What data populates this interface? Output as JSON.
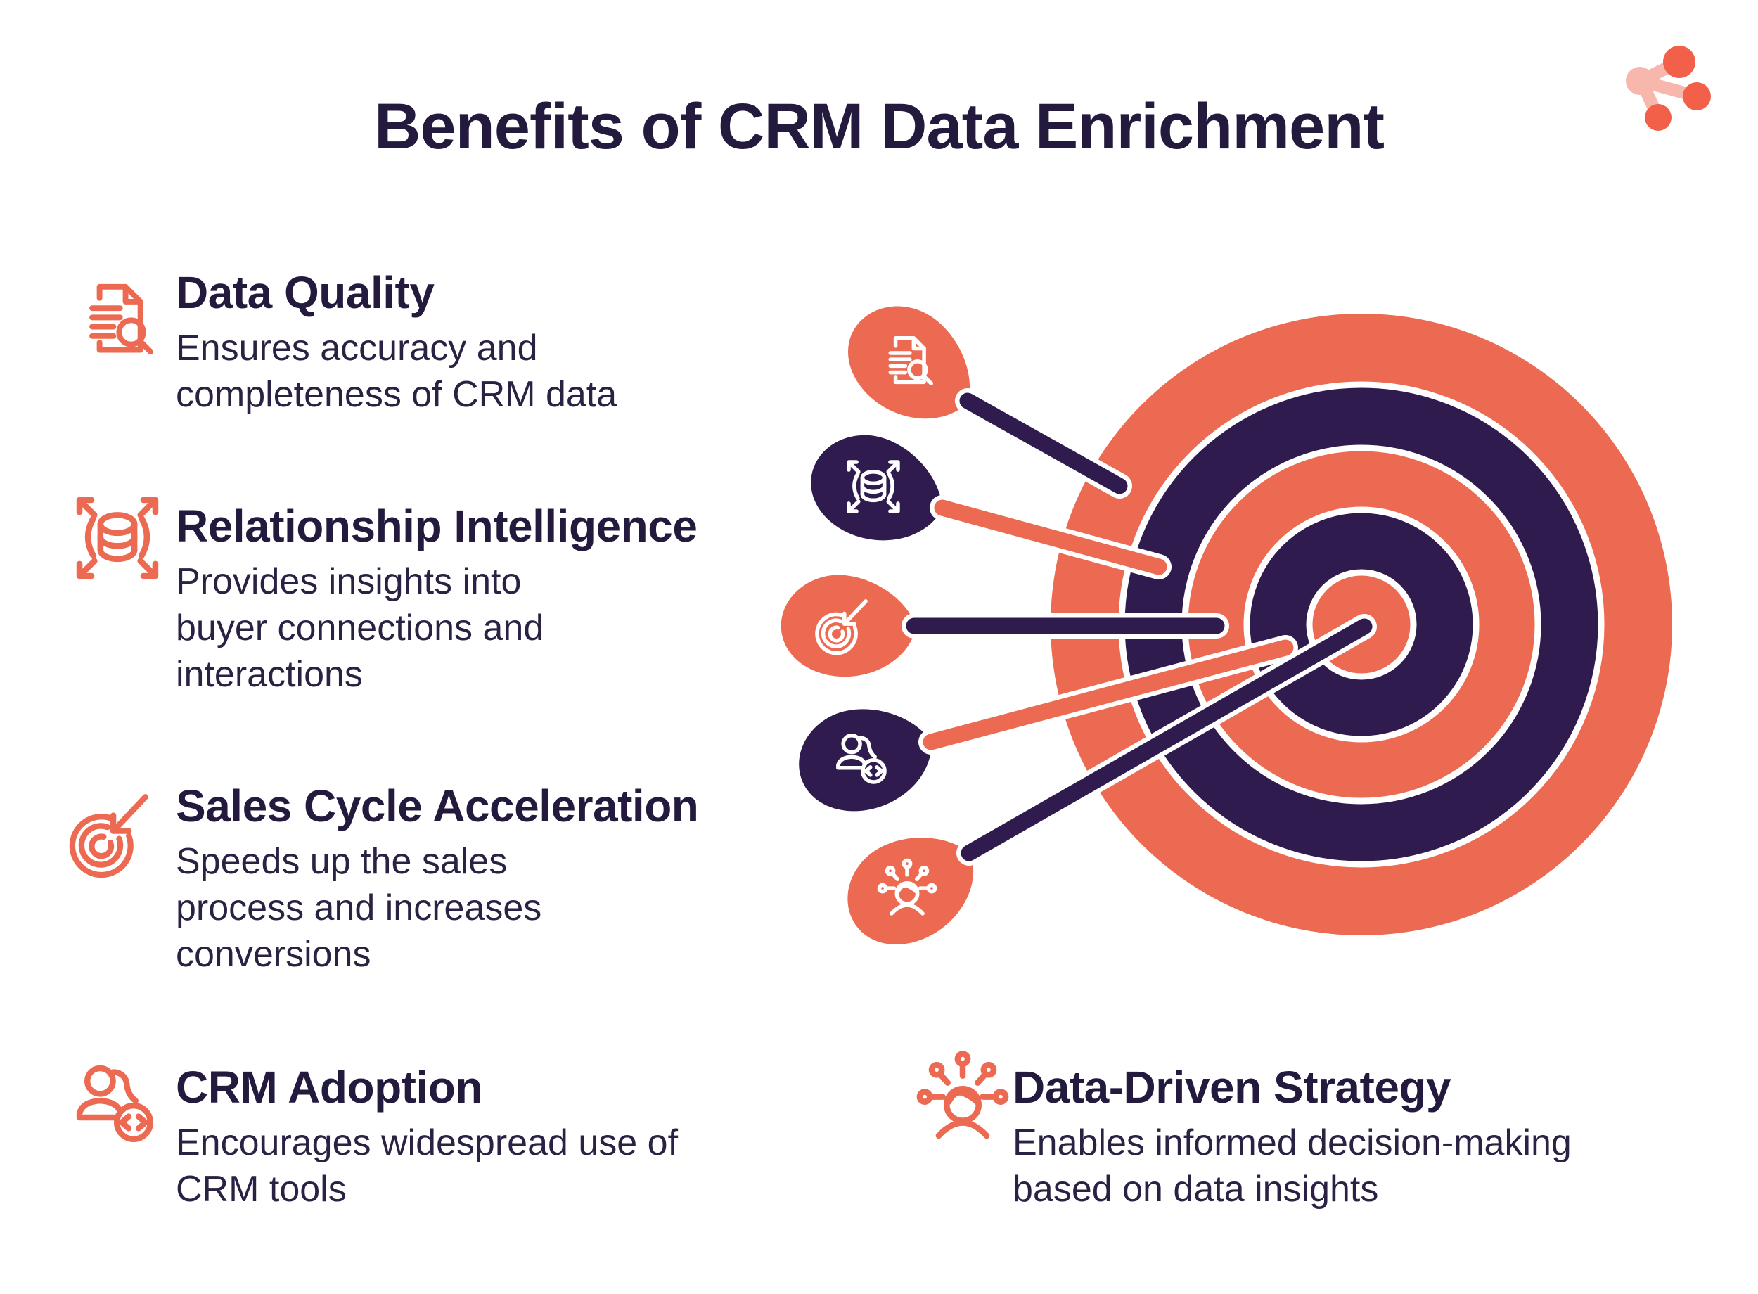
{
  "title": "Benefits of CRM Data Enrichment",
  "colors": {
    "orange": "#ED6A52",
    "navy": "#2F1B4E",
    "heading_text": "#231A3E",
    "body_text": "#2B2143",
    "logo_pink": "#F8B7AD",
    "logo_red": "#F2604A",
    "icon_stroke": "#ED6A52",
    "background": "#FFFFFF"
  },
  "benefits": [
    {
      "id": "data-quality",
      "icon": "document-search-icon",
      "title": "Data Quality",
      "description": "Ensures accuracy and\ncompleteness of CRM data"
    },
    {
      "id": "relationship-intelligence",
      "icon": "database-expand-icon",
      "title": "Relationship Intelligence",
      "description": "Provides insights into\nbuyer connections and\ninteractions"
    },
    {
      "id": "sales-cycle-acceleration",
      "icon": "target-arrow-icon",
      "title": "Sales Cycle Acceleration",
      "description": "Speeds up the sales\nprocess and increases\nconversions"
    },
    {
      "id": "crm-adoption",
      "icon": "users-code-icon",
      "title": "CRM Adoption",
      "description": "Encourages widespread use of\nCRM tools"
    },
    {
      "id": "data-driven-strategy",
      "icon": "person-insights-icon",
      "title": "Data-Driven Strategy",
      "description": "Enables informed decision-making\nbased on data insights"
    }
  ],
  "illustration": {
    "type": "dartboard-with-five-darts",
    "rings_outer_to_center": [
      "orange",
      "navy",
      "orange",
      "navy",
      "orange-bullseye"
    ],
    "darts": [
      {
        "icon": "document-search-icon",
        "head_color": "orange",
        "shaft_color": "navy",
        "lands_on": "outer orange ring"
      },
      {
        "icon": "database-expand-icon",
        "head_color": "navy",
        "shaft_color": "orange",
        "lands_on": "outer navy ring"
      },
      {
        "icon": "target-arrow-icon",
        "head_color": "orange",
        "shaft_color": "navy",
        "lands_on": "middle orange ring"
      },
      {
        "icon": "users-code-icon",
        "head_color": "navy",
        "shaft_color": "orange",
        "lands_on": "inner navy ring"
      },
      {
        "icon": "person-insights-icon",
        "head_color": "orange",
        "shaft_color": "navy",
        "lands_on": "bullseye center"
      }
    ]
  },
  "logo": {
    "icon": "network-nodes-icon"
  }
}
